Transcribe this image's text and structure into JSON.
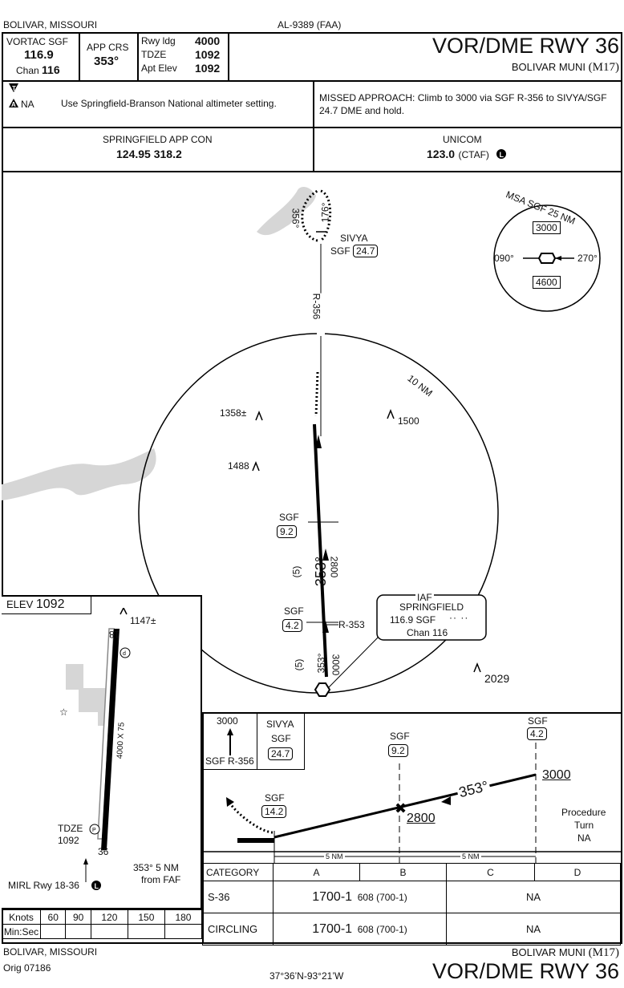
{
  "header": {
    "location": "BOLIVAR, MISSOURI",
    "chart_id": "AL-9389 (FAA)",
    "title": "VOR/DME RWY 36",
    "airport": "BOLIVAR MUNI",
    "airport_id": "(M17)"
  },
  "briefing": {
    "vortac_label": "VORTAC SGF",
    "vortac_freq": "116.9",
    "chan_label": "Chan",
    "chan": "116",
    "app_crs_label": "APP CRS",
    "app_crs": "353°",
    "rwy_ldg_label": "Rwy ldg",
    "rwy_ldg": "4000",
    "tdze_label": "TDZE",
    "tdze": "1092",
    "apt_elev_label": "Apt Elev",
    "apt_elev": "1092",
    "na_label": "NA",
    "altimeter_note": "Use Springfield-Branson National altimeter setting.",
    "missed_approach": "MISSED APPROACH: Climb to 3000 via SGF R-356 to SIVYA/SGF 24.7 DME and hold.",
    "app_con_label": "SPRINGFIELD APP CON",
    "app_con_freq": "124.95  318.2",
    "unicom_label": "UNICOM",
    "unicom_freq": "123.0",
    "unicom_ctaf": "(CTAF)"
  },
  "plan": {
    "hold_in": "176°",
    "hold_out": "356°",
    "sivya": "SIVYA",
    "sivya_sgf": "SGF",
    "sivya_dme": "24.7",
    "radial": "R-356",
    "ring_label": "10 NM",
    "obst1": "1358",
    "obst1_sfx": "±",
    "obst2": "1500",
    "obst3": "1488",
    "obst4": "2029",
    "fix1_sgf": "SGF",
    "fix1_dme": "9.2",
    "course1": "353°",
    "alt1": "2800",
    "dist1": "(5)",
    "fix2_sgf": "SGF",
    "fix2_dme": "4.2",
    "r353": "R-353",
    "course2": "353°",
    "alt2": "3000",
    "dist2": "(5)",
    "iaf_label": "IAF",
    "iaf_name": "SPRINGFIELD",
    "iaf_freq": "116.9  SGF",
    "iaf_chan": "Chan 116"
  },
  "msa": {
    "title": "MSA SGF 25 NM",
    "alt_north": "3000",
    "alt_south": "4600",
    "bearing_west": "090°",
    "bearing_east": "270°"
  },
  "airport_diagram": {
    "elev_label": "ELEV",
    "elev": "1092",
    "obst": "1147",
    "obst_sfx": "±",
    "rwy_north": "18",
    "rwy_south": "36",
    "rwy_dims": "4000 X 75",
    "tdze_label": "TDZE",
    "tdze": "1092",
    "fix_course": "353° 5 NM",
    "fix_from": "from FAF",
    "lights": "MIRL  Rwy 18-36"
  },
  "profile": {
    "hold_alt": "3000",
    "hold_radial": "SGF R-356",
    "hold_fix": "SIVYA",
    "hold_sgf": "SGF",
    "hold_dme": "24.7",
    "map_sgf": "SGF",
    "map_dme": "14.2",
    "fix1_sgf": "SGF",
    "fix1_dme": "9.2",
    "fix2_sgf": "SGF",
    "fix2_dme": "4.2",
    "alt_2800": "2800",
    "alt_3000": "3000",
    "course": "353°",
    "pt1": "Procedure",
    "pt2": "Turn",
    "pt3": "NA",
    "seg1": "5 NM",
    "seg2": "5 NM"
  },
  "minimums": {
    "cat_label": "CATEGORY",
    "cats": [
      "A",
      "B",
      "C",
      "D"
    ],
    "rows": [
      {
        "label": "S-36",
        "ab_big": "1700-1",
        "ab_small": "608 (700-1)",
        "cd": "NA"
      },
      {
        "label": "CIRCLING",
        "ab_big": "1700-1",
        "ab_small": "608 (700-1)",
        "cd": "NA"
      }
    ]
  },
  "speed_table": {
    "knots_label": "Knots",
    "minsec_label": "Min:Sec",
    "knots": [
      "60",
      "90",
      "120",
      "150",
      "180"
    ]
  },
  "footer": {
    "location": "BOLIVAR, MISSOURI",
    "orig": "Orig 07186",
    "coords": "37°36’N-93°21’W",
    "airport": "BOLIVAR MUNI",
    "airport_id": "(M17)",
    "title": "VOR/DME RWY 36"
  }
}
